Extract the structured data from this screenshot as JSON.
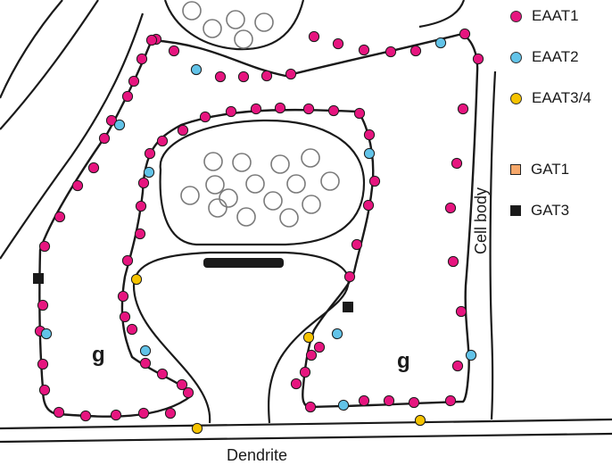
{
  "legend": {
    "eaat1": {
      "label": "EAAT1",
      "color": "#e6157f",
      "shape": "circle"
    },
    "eaat2": {
      "label": "EAAT2",
      "color": "#62c3e8",
      "shape": "circle"
    },
    "eaat34": {
      "label": "EAAT3/4",
      "color": "#f5c300",
      "shape": "circle"
    },
    "gat1": {
      "label": "GAT1",
      "color": "#f6a86b",
      "shape": "square"
    },
    "gat3": {
      "label": "GAT3",
      "color": "#1a1a1a",
      "shape": "square"
    }
  },
  "labels": {
    "left_glia": "g",
    "right_glia": "g",
    "dendrite": "Dendrite",
    "cell_body": "Cell body"
  }
}
